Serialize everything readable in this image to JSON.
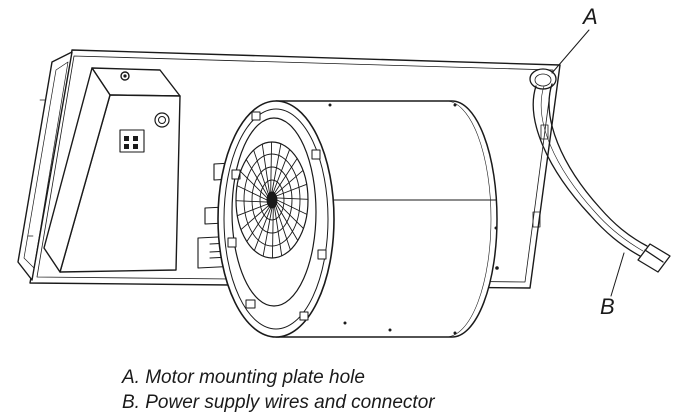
{
  "callouts": {
    "a": "A",
    "b": "B"
  },
  "legend": [
    {
      "key": "A",
      "text": "A. Motor mounting plate hole"
    },
    {
      "key": "B",
      "text": "B. Power supply wires and connector"
    }
  ],
  "colors": {
    "line": "#1a1a1a",
    "background": "#ffffff"
  }
}
